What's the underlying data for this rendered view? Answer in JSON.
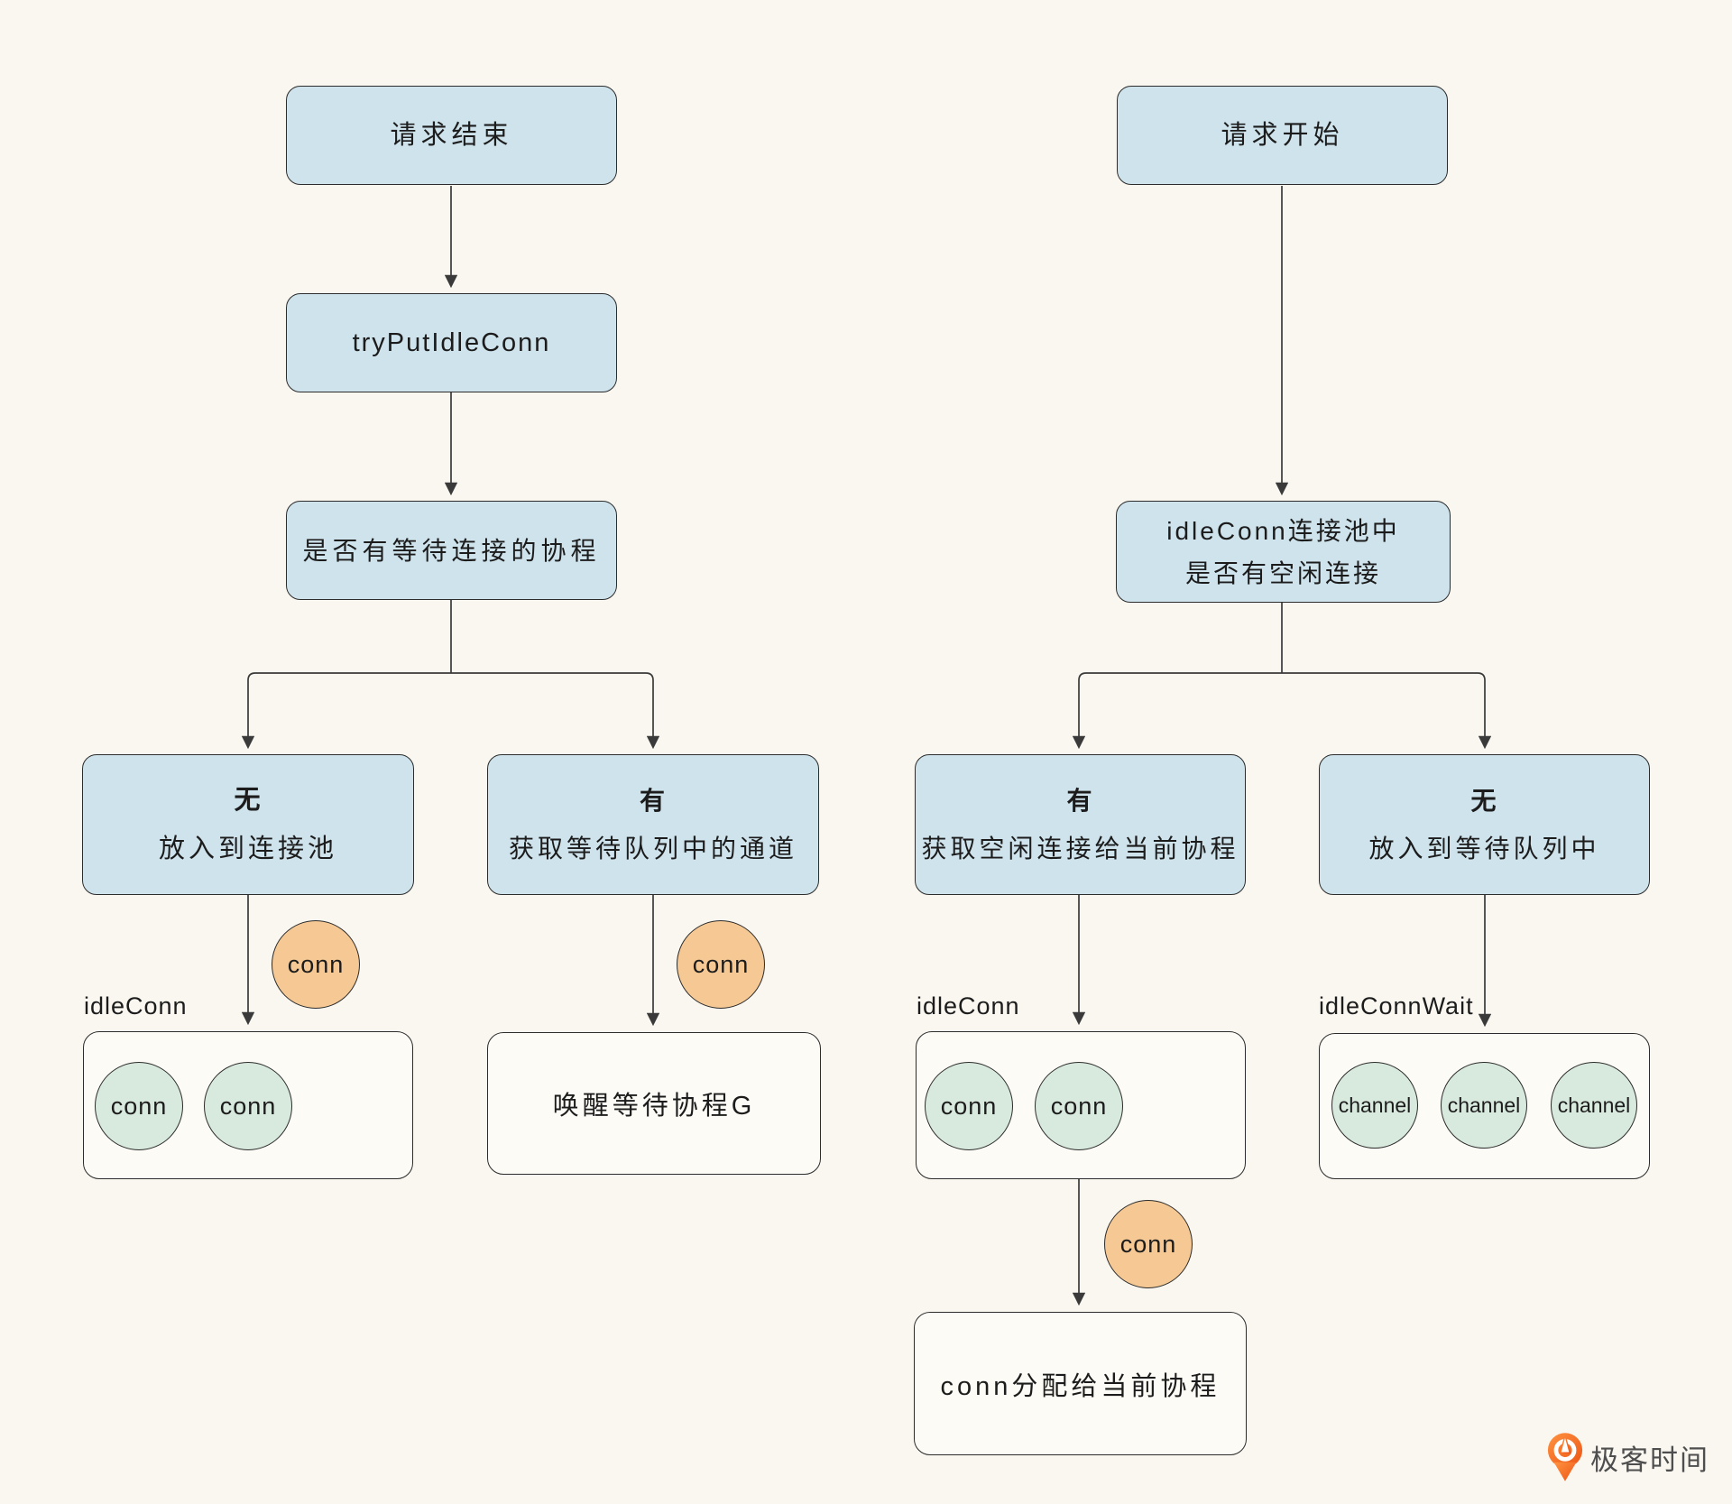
{
  "colors": {
    "background": "#FAF7F0",
    "node_fill": "#CFE3EC",
    "node_border": "#2C2C2C",
    "conn_fill": "#F5C894",
    "green_fill": "#D8E9DE",
    "container_fill": "#FDFBF5",
    "line": "#3A3A3A",
    "brand_orange": "#EE5B1A"
  },
  "left_flow": {
    "request_end": "请求结束",
    "try_put_idle_conn": "tryPutIdleConn",
    "has_waiting_goroutine": "是否有等待连接的协程",
    "branch_no": {
      "title": "无",
      "subtitle": "放入到连接池"
    },
    "branch_yes": {
      "title": "有",
      "subtitle": "获取等待队列中的通道"
    },
    "conn_badge_no": "conn",
    "conn_badge_yes": "conn",
    "idle_conn_label": "idleConn",
    "pool_items": [
      "conn",
      "conn"
    ],
    "wake_box": "唤醒等待协程G"
  },
  "right_flow": {
    "request_start": "请求开始",
    "pool_check_line1": "idleConn连接池中",
    "pool_check_line2": "是否有空闲连接",
    "branch_yes": {
      "title": "有",
      "subtitle": "获取空闲连接给当前协程"
    },
    "branch_no": {
      "title": "无",
      "subtitle": "放入到等待队列中"
    },
    "idle_conn_label": "idleConn",
    "pool_items": [
      "conn",
      "conn"
    ],
    "conn_badge": "conn",
    "assign_box": "conn分配给当前协程",
    "idle_conn_wait_label": "idleConnWait",
    "wait_items": [
      "channel",
      "channel",
      "channel"
    ]
  },
  "footer": {
    "brand": "极客时间"
  }
}
